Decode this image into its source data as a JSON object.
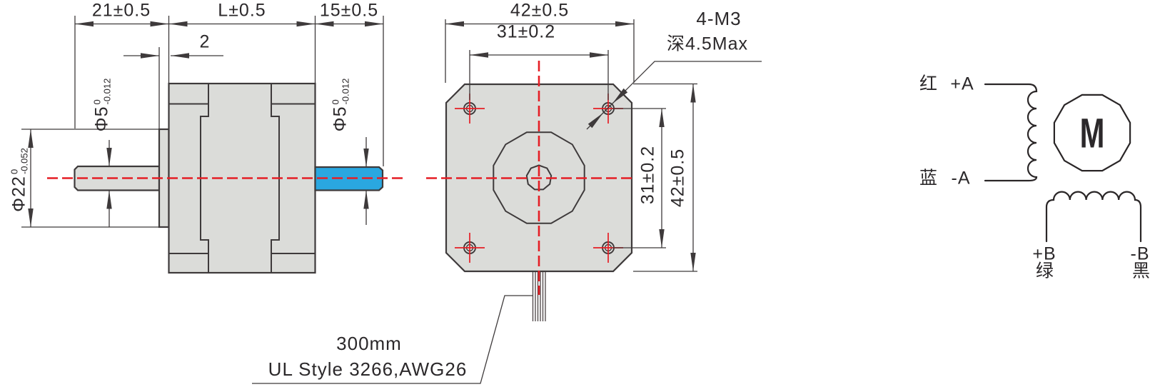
{
  "title": "42mm stepper motor outline drawing",
  "colors": {
    "body_fill": "#dbdcd9",
    "outline": "#3e3a3b",
    "front_shaft_blue": "#2aa7e0",
    "centerline_red": "#e51e25"
  },
  "side_view": {
    "dim_rear_shaft_length": "21±0.5",
    "dim_body_length": "L±0.5",
    "dim_front_shaft_length": "15±0.5",
    "dim_boss_thickness": "2",
    "dim_boss_dia": {
      "main": "Φ22",
      "sup": "0",
      "sub": "-0.052"
    },
    "dim_rear_shaft_dia": {
      "main": "Φ5",
      "sup": "0",
      "sub": "-0.012"
    },
    "dim_front_shaft_dia": {
      "main": "Φ5",
      "sup": "0",
      "sub": "-0.012"
    }
  },
  "front_view": {
    "dim_width_top": "42±0.5",
    "dim_hole_spacing_top": "31±0.2",
    "dim_hole_spacing_right": "31±0.2",
    "dim_height_right": "42±0.5",
    "hole_note_line1": "4-M3",
    "hole_note_line2": "深4.5Max",
    "cable_note_line1": "300mm",
    "cable_note_line2": "UL Style 3266,AWG26"
  },
  "schematic": {
    "phase_a_plus_color": "红",
    "phase_a_plus": "+A",
    "phase_a_minus_color": "蓝",
    "phase_a_minus": "-A",
    "phase_b_plus": "+B",
    "phase_b_plus_color": "绿",
    "phase_b_minus": "-B",
    "phase_b_minus_color": "黑",
    "motor_symbol": "M"
  }
}
